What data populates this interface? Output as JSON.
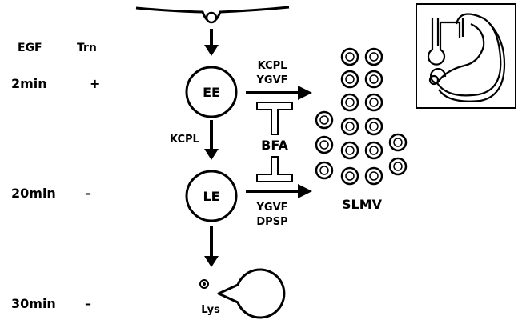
{
  "headers": {
    "col1": "EGF",
    "col2": "Trn"
  },
  "rows": [
    {
      "time": "2min",
      "trn": "+"
    },
    {
      "time": "20min",
      "trn": "–"
    },
    {
      "time": "30min",
      "trn": "–"
    }
  ],
  "compartments": {
    "early": "EE",
    "late": "LE",
    "lysosome": "Lys"
  },
  "signals": {
    "ee_to_slmv": [
      "KCPL",
      "YGVF"
    ],
    "ee_to_le": "KCPL",
    "le_to_slmv": [
      "YGVF",
      "DPSP"
    ]
  },
  "inhibitor": "BFA",
  "target": "SLMV"
}
